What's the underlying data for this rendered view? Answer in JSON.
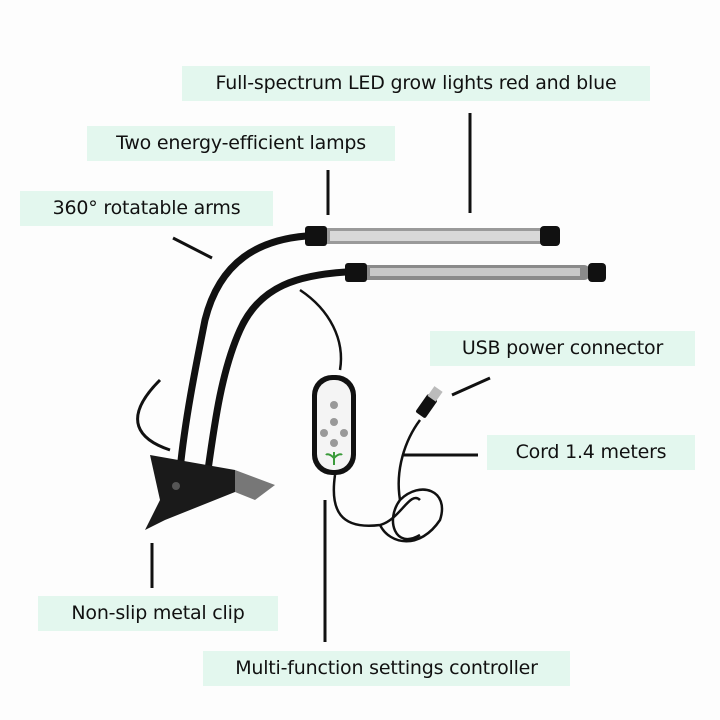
{
  "labels": {
    "full_spectrum": "Full-spectrum LED grow lights red and blue",
    "two_lamps": "Two energy-efficient lamps",
    "rotatable_arms": "360° rotatable arms",
    "usb_connector": "USB power connector",
    "cord_length": "Cord 1.4 meters",
    "metal_clip": "Non-slip metal clip",
    "controller": "Multi-function settings controller"
  },
  "colors": {
    "label_background": "#e3f7ee",
    "pointer_line": "#111111"
  }
}
